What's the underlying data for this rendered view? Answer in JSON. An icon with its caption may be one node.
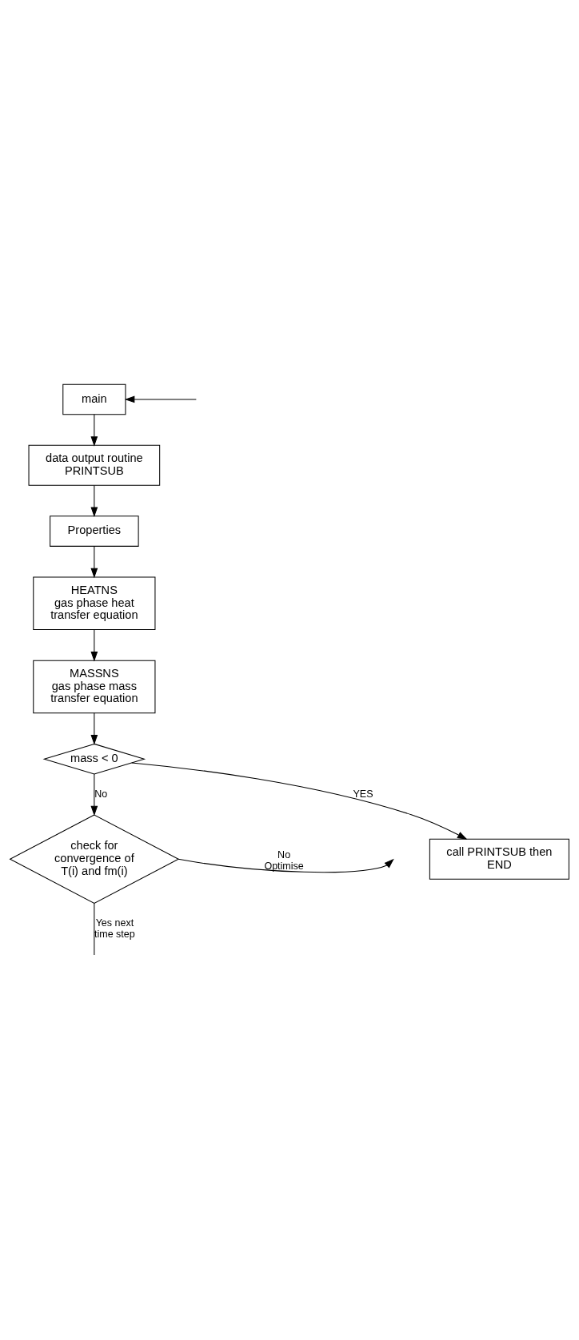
{
  "diagram": {
    "nodes": [
      {
        "text": [
          "main"
        ]
      },
      {
        "text": [
          "data output routine PRINTSUB"
        ]
      },
      {
        "text": [
          "Properties"
        ]
      },
      {
        "text": [
          "HEATNS",
          "gas phase heat transfer equation"
        ]
      },
      {
        "text": [
          "MASSNS",
          "gas phase mass transfer equation"
        ]
      },
      {
        "text": [
          "mass < 0"
        ]
      },
      {
        "text": [
          "check for convergence of T(i) and fm(i)"
        ]
      },
      {
        "text": [
          "call PRINTSUB then END"
        ]
      }
    ],
    "edges": [
      {
        "from": null,
        "to": 0,
        "arrow": "to"
      },
      {
        "from": 0,
        "to": 1,
        "arrow": "to"
      },
      {
        "from": 1,
        "to": 2,
        "arrow": "to"
      },
      {
        "from": 2,
        "to": 3,
        "arrow": "to"
      },
      {
        "from": 3,
        "to": 4,
        "arrow": "to"
      },
      {
        "from": 4,
        "to": 5,
        "arrow": "to"
      },
      {
        "from": 5,
        "to": 6,
        "arrow": "to",
        "label": "No"
      },
      {
        "from": 5,
        "to": 7,
        "arrow": "to",
        "label": "YES"
      },
      {
        "from": 6,
        "to": null,
        "arrow": "to",
        "label": "No Optimise"
      },
      {
        "from": 6,
        "to": null,
        "arrow": "none",
        "label": "Yes next time step"
      }
    ]
  }
}
